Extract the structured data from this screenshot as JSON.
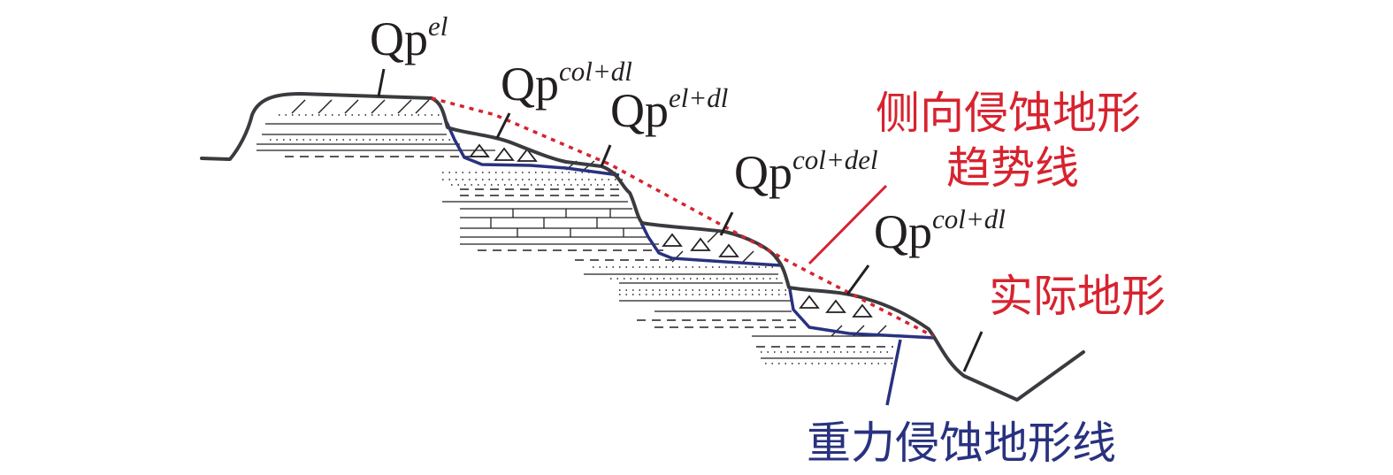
{
  "labels": {
    "qp_el": {
      "base": "Qp",
      "sup": "el"
    },
    "qp_col_dl_1": {
      "base": "Qp",
      "sup": "col+dl"
    },
    "qp_el_dl": {
      "base": "Qp",
      "sup": "el+dl"
    },
    "qp_col_del": {
      "base": "Qp",
      "sup": "col+del"
    },
    "qp_col_dl_2": {
      "base": "Qp",
      "sup": "col+dl"
    }
  },
  "legend": {
    "trend_line_1": "侧向侵蚀地形",
    "trend_line_2": "趋势线",
    "actual_terrain": "实际地形",
    "gravity_line": "重力侵蚀地形线"
  },
  "colors": {
    "terrain": "#3a3b3f",
    "trend_line": "#d7232f",
    "gravity_line": "#29327f",
    "text_dark": "#231f20"
  }
}
